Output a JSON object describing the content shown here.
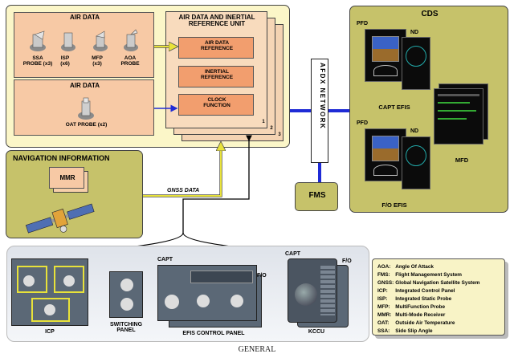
{
  "air_data_top": {
    "title": "AIR DATA",
    "probes": [
      {
        "label": "SSA\nPROBE (x3)"
      },
      {
        "label": "ISP\n(x6)"
      },
      {
        "label": "MFP\n(x3)"
      },
      {
        "label": "AOA\nPROBE"
      }
    ]
  },
  "air_data_bottom": {
    "title": "AIR DATA",
    "probe_label": "OAT PROBE (x2)"
  },
  "adiru": {
    "title": "AIR DATA AND INERTIAL REFERENCE UNIT",
    "blocks": [
      "AIR DATA REFERENCE",
      "INERTIAL REFERENCE",
      "CLOCK FUNCTION"
    ],
    "stack_numbers": [
      "1",
      "2",
      "3"
    ]
  },
  "navigation": {
    "title": "NAVIGATION INFORMATION",
    "mmr_label": "MMR",
    "gnss_label": "GNSS DATA"
  },
  "afdx": {
    "label": "AFDX NETWORK"
  },
  "fms": {
    "label": "FMS"
  },
  "cds": {
    "title": "CDS",
    "pfd_label": "PFD",
    "nd_label": "ND",
    "capt_efis": "CAPT EFIS",
    "fo_efis": "F/O EFIS",
    "mfd_label": "MFD"
  },
  "bottom": {
    "icp_label": "ICP",
    "switching_label": "SWITCHING\nPANEL",
    "efis_capt": "CAPT",
    "efis_fo": "F/O",
    "efis_label": "EFIS CONTROL PANEL",
    "kccu_capt": "CAPT",
    "kccu_fo": "F/O",
    "kccu_label": "KCCU"
  },
  "glossary": [
    {
      "abbr": "AOA:",
      "text": "Angle Of Attack"
    },
    {
      "abbr": "FMS:",
      "text": "Flight Management System"
    },
    {
      "abbr": "GNSS:",
      "text": "Global Navigation Satellite System"
    },
    {
      "abbr": "ICP:",
      "text": "Integrated Control Panel"
    },
    {
      "abbr": "ISP:",
      "text": "Integrated Static Probe"
    },
    {
      "abbr": "MFP:",
      "text": "MultiFunction Probe"
    },
    {
      "abbr": "MMR:",
      "text": "Multi-Mode Receiver"
    },
    {
      "abbr": "OAT:",
      "text": "Outside Air Temperature"
    },
    {
      "abbr": "SSA:",
      "text": "Side Slip Angle"
    }
  ],
  "caption": "GENERAL",
  "colors": {
    "afdx_blue": "#1f2bd6",
    "gnss_yellow": "#e8e23a",
    "signal_black": "#000000"
  }
}
